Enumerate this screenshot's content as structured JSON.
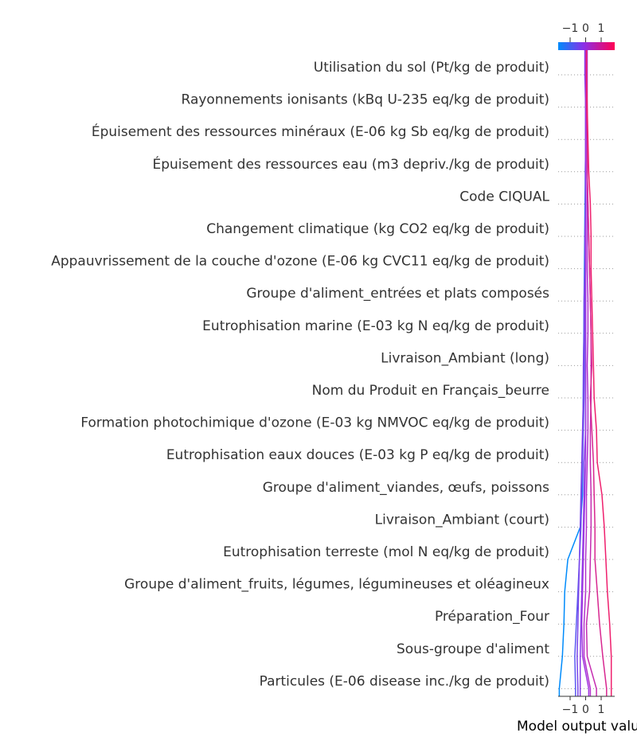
{
  "chart_data": {
    "type": "line",
    "subtype": "shap-decision-plot",
    "title": "",
    "xlabel": "Model output value",
    "ylabel": "",
    "xlim": [
      -1.8,
      1.9
    ],
    "x_ticks": [
      -1,
      0,
      1
    ],
    "x_tick_labels": [
      "−1",
      "0",
      "1"
    ],
    "grid": "dotted horizontal row guides",
    "legend": "none; top colorbar mapping output value (blue → purple → pink)",
    "colors": {
      "low": "#008bfb",
      "mid": "#8b2fe8",
      "high": "#ff0052"
    },
    "features": [
      "Utilisation du sol (Pt/kg de produit)",
      "Rayonnements ionisants (kBq U-235 eq/kg de produit)",
      "Épuisement des ressources minéraux (E-06 kg Sb eq/kg de produit)",
      "Épuisement des ressources eau (m3 depriv./kg de produit)",
      "Code CIQUAL",
      "Changement climatique (kg CO2 eq/kg de produit)",
      "Appauvrissement de la couche d'ozone (E-06 kg CVC11 eq/kg de produit)",
      "Groupe d'aliment_entrées et plats composés",
      "Eutrophisation marine (E-03 kg N eq/kg de produit)",
      "Livraison_Ambiant (long)",
      "Nom du Produit en Français_beurre",
      "Formation photochimique d'ozone (E-03 kg NMVOC eq/kg de produit)",
      "Eutrophisation eaux douces (E-03 kg P eq/kg de produit)",
      "Groupe d'aliment_viandes, œufs, poissons",
      "Livraison_Ambiant (court)",
      "Eutrophisation terreste (mol N eq/kg de produit)",
      "Groupe d'aliment_fruits, légumes, légumineuses et oléagineux",
      "Préparation_Four",
      "Sous-groupe d'aliment",
      "Particules (E-06 disease inc./kg de produit)"
    ],
    "series": [
      {
        "color": "#008bfb",
        "values": [
          0,
          0,
          0,
          0,
          -0.02,
          -0.04,
          -0.06,
          -0.08,
          -0.1,
          -0.12,
          -0.14,
          -0.16,
          -0.18,
          -0.2,
          -0.2,
          -0.35,
          -1.15,
          -1.35,
          -1.4,
          -1.5,
          -1.7
        ]
      },
      {
        "color": "#5a59f0",
        "values": [
          0,
          0,
          0,
          0,
          -0.02,
          0,
          -0.02,
          -0.02,
          -0.05,
          -0.06,
          -0.08,
          -0.1,
          -0.15,
          -0.2,
          -0.25,
          -0.3,
          -0.4,
          -0.5,
          -0.6,
          -0.7,
          -0.65
        ]
      },
      {
        "color": "#7b45ea",
        "values": [
          0.05,
          0.05,
          0.05,
          0.02,
          0,
          0,
          -0.05,
          -0.05,
          -0.1,
          -0.1,
          -0.15,
          -0.15,
          -0.2,
          -0.25,
          -0.3,
          -0.35,
          -0.4,
          -0.45,
          -0.5,
          -0.55,
          -0.5
        ]
      },
      {
        "color": "#8b3ce8",
        "values": [
          -0.05,
          -0.05,
          0,
          0,
          0,
          0,
          0,
          0,
          0,
          0,
          0,
          0,
          0,
          -0.1,
          -0.1,
          -0.15,
          -0.2,
          -0.25,
          -0.3,
          -0.35,
          -0.35
        ]
      },
      {
        "color": "#a035e0",
        "values": [
          0,
          0,
          0,
          0,
          0,
          0,
          0,
          0,
          0,
          0,
          0,
          0,
          0,
          0,
          -0.05,
          -0.1,
          -0.15,
          -0.2,
          -0.25,
          -0.2,
          0.2
        ]
      },
      {
        "color": "#b231cb",
        "values": [
          0.1,
          0.1,
          0.1,
          0.1,
          0.1,
          0.1,
          0.1,
          0.1,
          0.15,
          0.15,
          0.1,
          0.15,
          0.15,
          0.1,
          0.05,
          0.05,
          0,
          0,
          -0.1,
          -0.1,
          0.3
        ]
      },
      {
        "color": "#c52cb0",
        "values": [
          0.05,
          0.05,
          0.05,
          0.1,
          0.1,
          0.15,
          0.2,
          0.25,
          0.3,
          0.35,
          0.35,
          0.35,
          0.3,
          0.3,
          0.35,
          0.35,
          0.3,
          0.25,
          0.05,
          0.1,
          0.7
        ]
      },
      {
        "color": "#d82790",
        "values": [
          0.05,
          0.05,
          0.05,
          0.1,
          0.1,
          0.15,
          0.2,
          0.25,
          0.3,
          0.35,
          0.4,
          0.3,
          0.4,
          0.5,
          0.55,
          0.6,
          0.6,
          0.75,
          0.9,
          1.1,
          1.35
        ]
      },
      {
        "color": "#ef1f6d",
        "values": [
          0.05,
          0.05,
          0.1,
          0.15,
          0.2,
          0.3,
          0.35,
          0.35,
          0.4,
          0.45,
          0.5,
          0.55,
          0.7,
          0.75,
          1.05,
          1.2,
          1.3,
          1.4,
          1.55,
          1.65,
          1.65
        ]
      }
    ],
    "colorbar": {
      "ticks": [
        -1,
        0,
        1
      ],
      "tick_labels": [
        "−1",
        "0",
        "1"
      ]
    }
  }
}
